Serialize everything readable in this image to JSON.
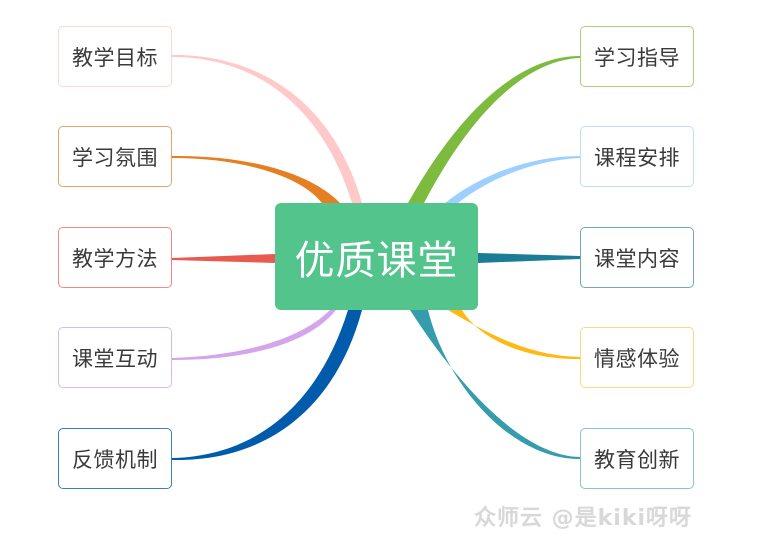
{
  "center": {
    "label": "优质课堂",
    "color": "#52C48C"
  },
  "left_nodes": [
    {
      "label": "教学目标",
      "color": "#FFC9C9",
      "border": "#FFD6D6"
    },
    {
      "label": "学习氛围",
      "color": "#E67E22",
      "border": "#E9A46A"
    },
    {
      "label": "教学方法",
      "color": "#E85A4F",
      "border": "#EE8A82"
    },
    {
      "label": "课堂互动",
      "color": "#D4A5EC",
      "border": "#DDB8F0"
    },
    {
      "label": "反馈机制",
      "color": "#005BAC",
      "border": "#3E7FBF"
    }
  ],
  "right_nodes": [
    {
      "label": "学习指导",
      "color": "#7DBB3E",
      "border": "#A7D27C"
    },
    {
      "label": "课程安排",
      "color": "#9ECFFF",
      "border": "#BFDDFB"
    },
    {
      "label": "课堂内容",
      "color": "#1A7D95",
      "border": "#6FA9B8"
    },
    {
      "label": "情感体验",
      "color": "#FFB915",
      "border": "#FFD878"
    },
    {
      "label": "教育创新",
      "color": "#349CAA",
      "border": "#86C3CB"
    }
  ],
  "watermark": "众师云 @是kiki呀呀"
}
